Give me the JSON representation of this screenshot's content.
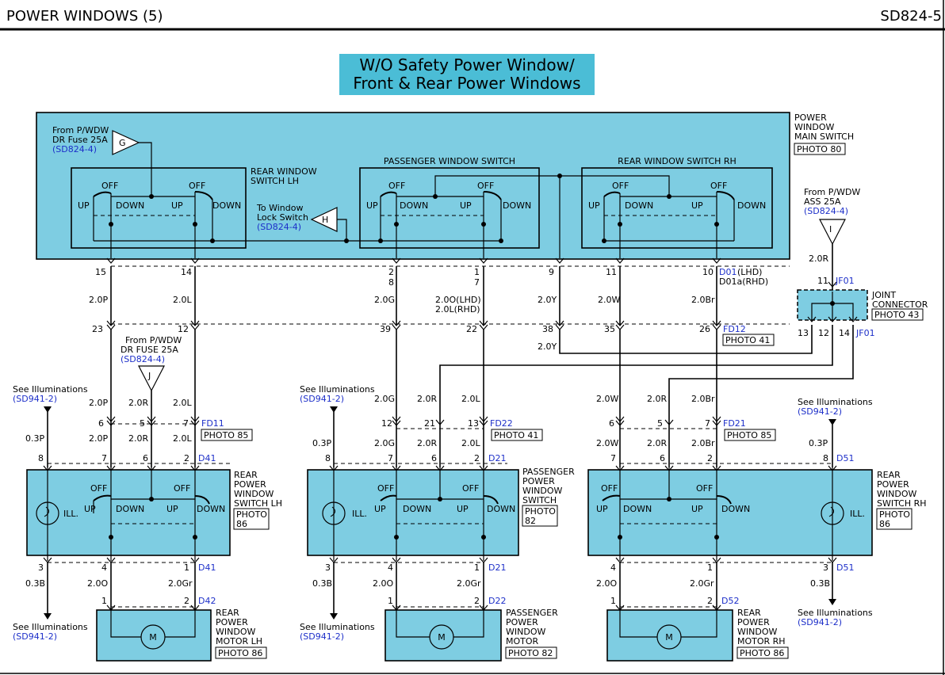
{
  "header": {
    "title": "POWER WINDOWS (5)",
    "code": "SD824-5"
  },
  "title_lines": [
    "W/O Safety Power Window/",
    "Front & Rear Power Windows"
  ],
  "main_switch": {
    "label": [
      "POWER",
      "WINDOW",
      "MAIN SWITCH"
    ],
    "photo": "PHOTO 80"
  },
  "sw_labels": {
    "off": "OFF",
    "up": "UP",
    "down": "DOWN",
    "ill": "ILL."
  },
  "rear_lh_sw": [
    "REAR WINDOW",
    "SWITCH LH"
  ],
  "pass_sw": "PASSENGER WINDOW SWITCH",
  "rear_rh_sw": "REAR WINDOW SWITCH RH",
  "from_g": [
    "From P/WDW",
    "DR Fuse 25A",
    "(SD824-4)"
  ],
  "to_h": [
    "To Window",
    "Lock Switch",
    "(SD824-4)"
  ],
  "from_i": [
    "From P/WDW",
    "ASS 25A",
    "(SD824-4)"
  ],
  "from_j": [
    "From P/WDW",
    "DR  FUSE 25A",
    "(SD824-4)"
  ],
  "conn_letters": {
    "g": "G",
    "h": "H",
    "i": "I",
    "j": "J"
  },
  "joint": {
    "label": [
      "JOINT",
      "CONNECTOR"
    ],
    "photo": "PHOTO 43",
    "code": "JF01",
    "pins": [
      "11",
      "13",
      "12",
      "14"
    ]
  },
  "main_pins": {
    "p15": "15",
    "p14": "14",
    "p2": "2",
    "p8": "8",
    "p1": "1",
    "p7": "7",
    "p9": "9",
    "p11": "11",
    "p10": "10",
    "d01": "D01",
    "lhd": "(LHD)",
    "d01a": "D01a(RHD)"
  },
  "mid_pins": {
    "p23": "23",
    "p12": "12",
    "p39": "39",
    "p22": "22",
    "p38": "38",
    "p35": "35",
    "p26": "26",
    "fd12": "FD12",
    "photo": "PHOTO 41"
  },
  "wires": {
    "p": "2.0P",
    "l": "2.0L",
    "g": "2.0G",
    "o_lhd": "2.0O(LHD)",
    "l_rhd": "2.0L(RHD)",
    "y": "2.0Y",
    "w": "2.0W",
    "br": "2.0Br",
    "r": "2.0R",
    "o": "2.0O",
    "gr": "2.0Gr",
    "p03": "0.3P",
    "b03": "0.3B"
  },
  "see_illum": "See Illuminations",
  "sd941": "(SD941-2)",
  "fd11": {
    "pins": [
      "6",
      "5",
      "7"
    ],
    "code": "FD11",
    "photo": "PHOTO 85"
  },
  "fd22": {
    "pins": [
      "12",
      "21",
      "13"
    ],
    "code": "FD22",
    "photo": "PHOTO 41"
  },
  "fd21": {
    "pins": [
      "6",
      "5",
      "7"
    ],
    "code": "FD21",
    "photo": "PHOTO 85"
  },
  "rear_lh": {
    "top_pins": [
      "8",
      "7",
      "6",
      "2"
    ],
    "top_code": "D41",
    "bot_pins": [
      "3",
      "4",
      "1"
    ],
    "bot_code": "D41",
    "label": [
      "REAR",
      "POWER",
      "WINDOW",
      "SWITCH LH"
    ],
    "photo": [
      "PHOTO",
      "86"
    ]
  },
  "pass": {
    "top_pins": [
      "8",
      "7",
      "6",
      "2"
    ],
    "top_code": "D21",
    "bot_pins": [
      "3",
      "4",
      "1"
    ],
    "bot_code": "D21",
    "label": [
      "PASSENGER",
      "POWER",
      "WINDOW",
      "SWITCH"
    ],
    "photo": [
      "PHOTO",
      "82"
    ]
  },
  "rear_rh": {
    "top_pins": [
      "7",
      "6",
      "2",
      "8"
    ],
    "top_code": "D51",
    "bot_pins": [
      "4",
      "1",
      "3"
    ],
    "bot_code": "D51",
    "label": [
      "REAR",
      "POWER",
      "WINDOW",
      "SWITCH RH"
    ],
    "photo": [
      "PHOTO",
      "86"
    ]
  },
  "motor_lh": {
    "pins": [
      "1",
      "2"
    ],
    "code": "D42",
    "label": [
      "REAR",
      "POWER",
      "WINDOW",
      "MOTOR LH"
    ],
    "photo": "PHOTO 86"
  },
  "motor_pass": {
    "pins": [
      "1",
      "2"
    ],
    "code": "D22",
    "label": [
      "PASSENGER",
      "POWER",
      "WINDOW",
      "MOTOR"
    ],
    "photo": "PHOTO 82"
  },
  "motor_rh": {
    "pins": [
      "1",
      "2"
    ],
    "code": "D52",
    "label": [
      "REAR",
      "POWER",
      "WINDOW",
      "MOTOR RH"
    ],
    "photo": "PHOTO 86"
  },
  "motor_symbol": "M"
}
